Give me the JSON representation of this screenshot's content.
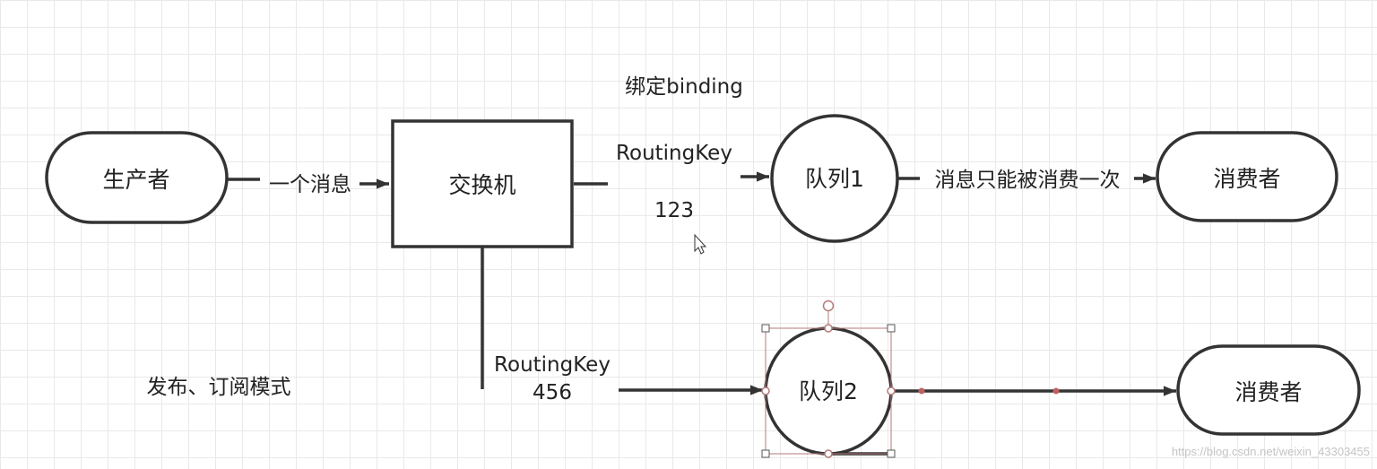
{
  "diagram": {
    "nodes": {
      "producer": "生产者",
      "exchange": "交换机",
      "queue1": "队列1",
      "queue2": "队列2",
      "consumer1": "消费者",
      "consumer2": "消费者"
    },
    "edges": {
      "producer_to_exchange": "一个消息",
      "exchange_to_queue1_key": "RoutingKey",
      "exchange_to_queue1_value": "123",
      "exchange_to_queue2_key": "RoutingKey",
      "exchange_to_queue2_value": "456",
      "queue1_to_consumer": "消息只能被消费一次"
    },
    "binding_label": "绑定binding",
    "mode_label": "发布、订阅模式",
    "watermark": "https://blog.csdn.net/weixin_43303455"
  },
  "colors": {
    "stroke": "#333333",
    "selection": "#b67a7a",
    "handle_dot": "#c06060"
  }
}
